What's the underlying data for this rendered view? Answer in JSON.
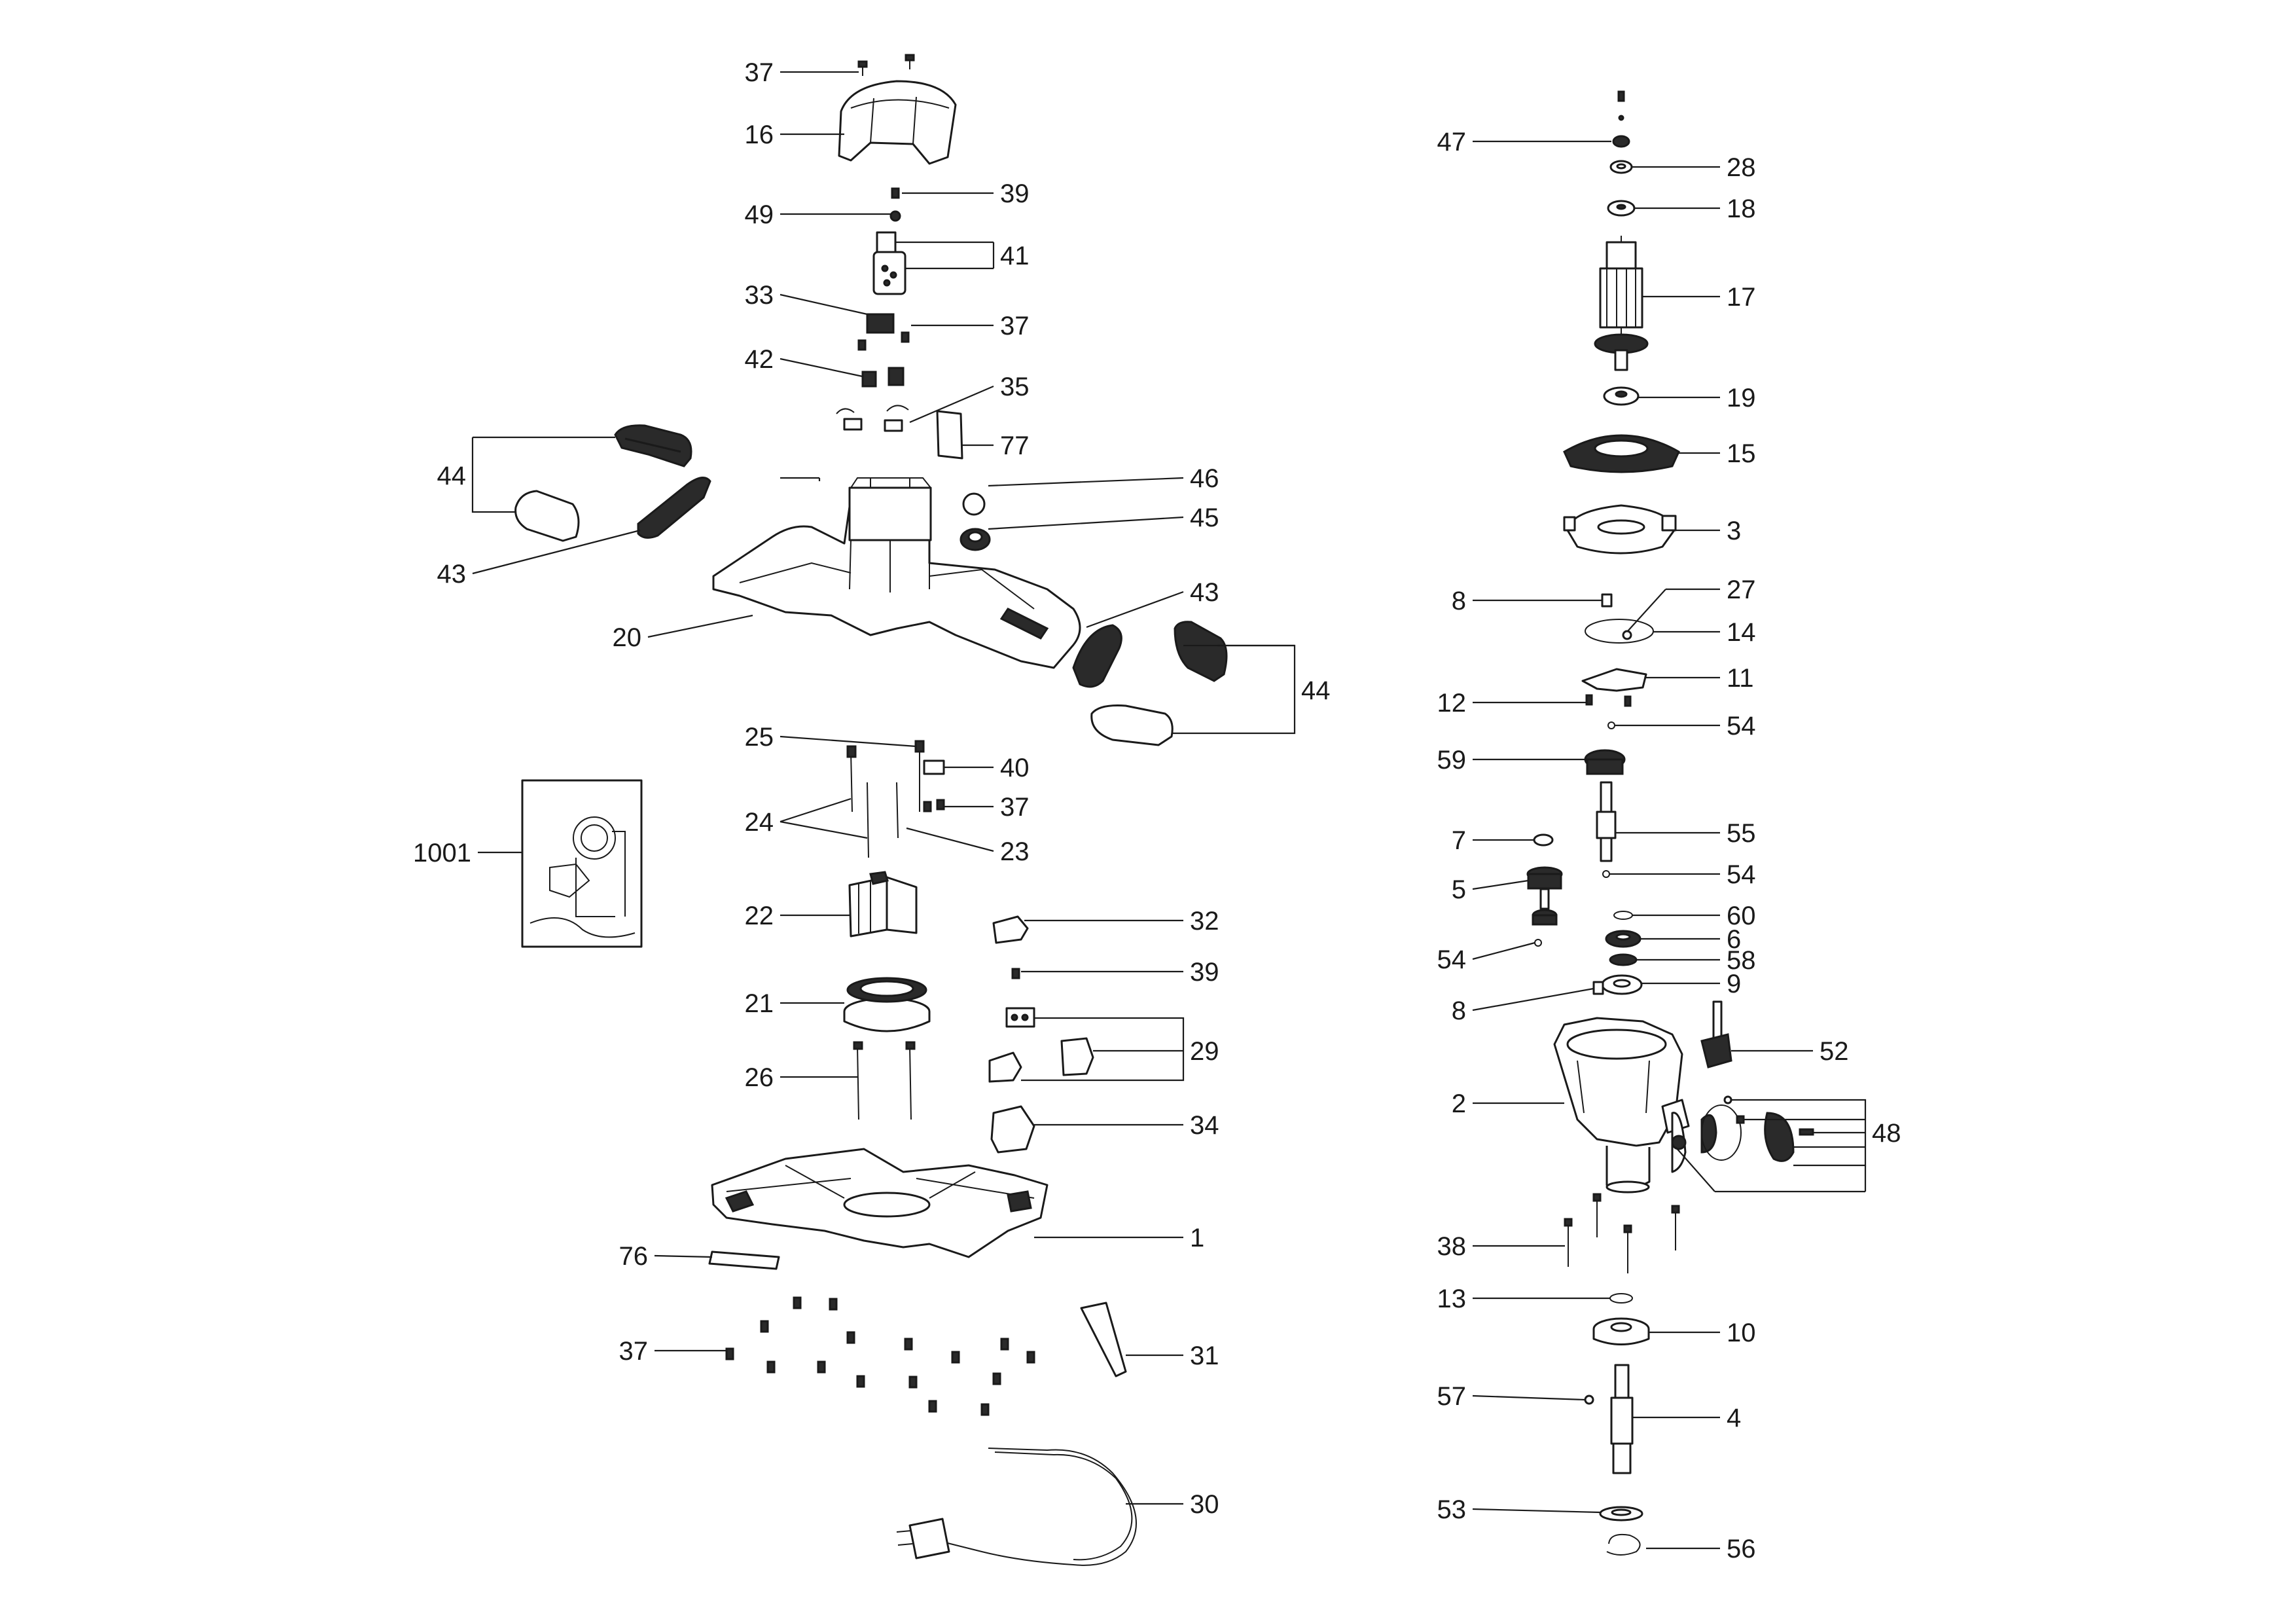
{
  "labels": {
    "p1": "1",
    "p2": "2",
    "p3": "3",
    "p4": "4",
    "p5": "5",
    "p6": "6",
    "p7": "7",
    "p8": "8",
    "p9": "9",
    "p10": "10",
    "p11": "11",
    "p12": "12",
    "p13": "13",
    "p14": "14",
    "p15": "15",
    "p16": "16",
    "p17": "17",
    "p18": "18",
    "p19": "19",
    "p20": "20",
    "p21": "21",
    "p22": "22",
    "p23": "23",
    "p24": "24",
    "p25": "25",
    "p26": "26",
    "p27": "27",
    "p28": "28",
    "p29": "29",
    "p30": "30",
    "p31": "31",
    "p32": "32",
    "p33": "33",
    "p34": "34",
    "p35": "35",
    "p37": "37",
    "p38": "38",
    "p39": "39",
    "p40": "40",
    "p41": "41",
    "p42": "42",
    "p43": "43",
    "p44": "44",
    "p45": "45",
    "p46": "46",
    "p47": "47",
    "p48": "48",
    "p49": "49",
    "p52": "52",
    "p53": "53",
    "p54": "54",
    "p55": "55",
    "p56": "56",
    "p57": "57",
    "p58": "58",
    "p59": "59",
    "p60": "60",
    "p76": "76",
    "p77": "77",
    "p1001": "1001"
  }
}
